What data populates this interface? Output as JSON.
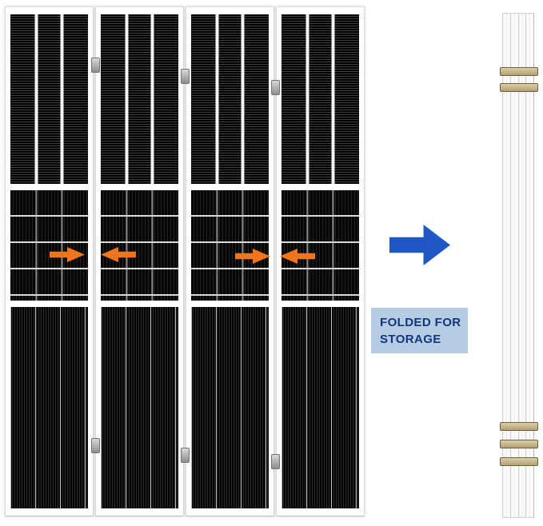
{
  "labels": {
    "storage_line1": "FOLDED FOR",
    "storage_line2": "STORAGE"
  },
  "icons": {
    "fold_arrow_1": "arrow-right-icon",
    "fold_arrow_2": "arrow-left-icon",
    "fold_arrow_3": "arrow-right-icon",
    "fold_arrow_4": "arrow-left-icon",
    "transform_arrow": "arrow-right-icon"
  },
  "colors": {
    "accent_orange": "#f0751d",
    "accent_blue": "#1f57c5",
    "label_bg": "#b4cde4",
    "label_text": "#14357c",
    "panel_dark": "#131313",
    "frame_white": "#ffffff",
    "hinge_metal": "#b3a070"
  },
  "scene": {
    "unfolded_panel_count": 4,
    "folded_strip_count": 4
  }
}
